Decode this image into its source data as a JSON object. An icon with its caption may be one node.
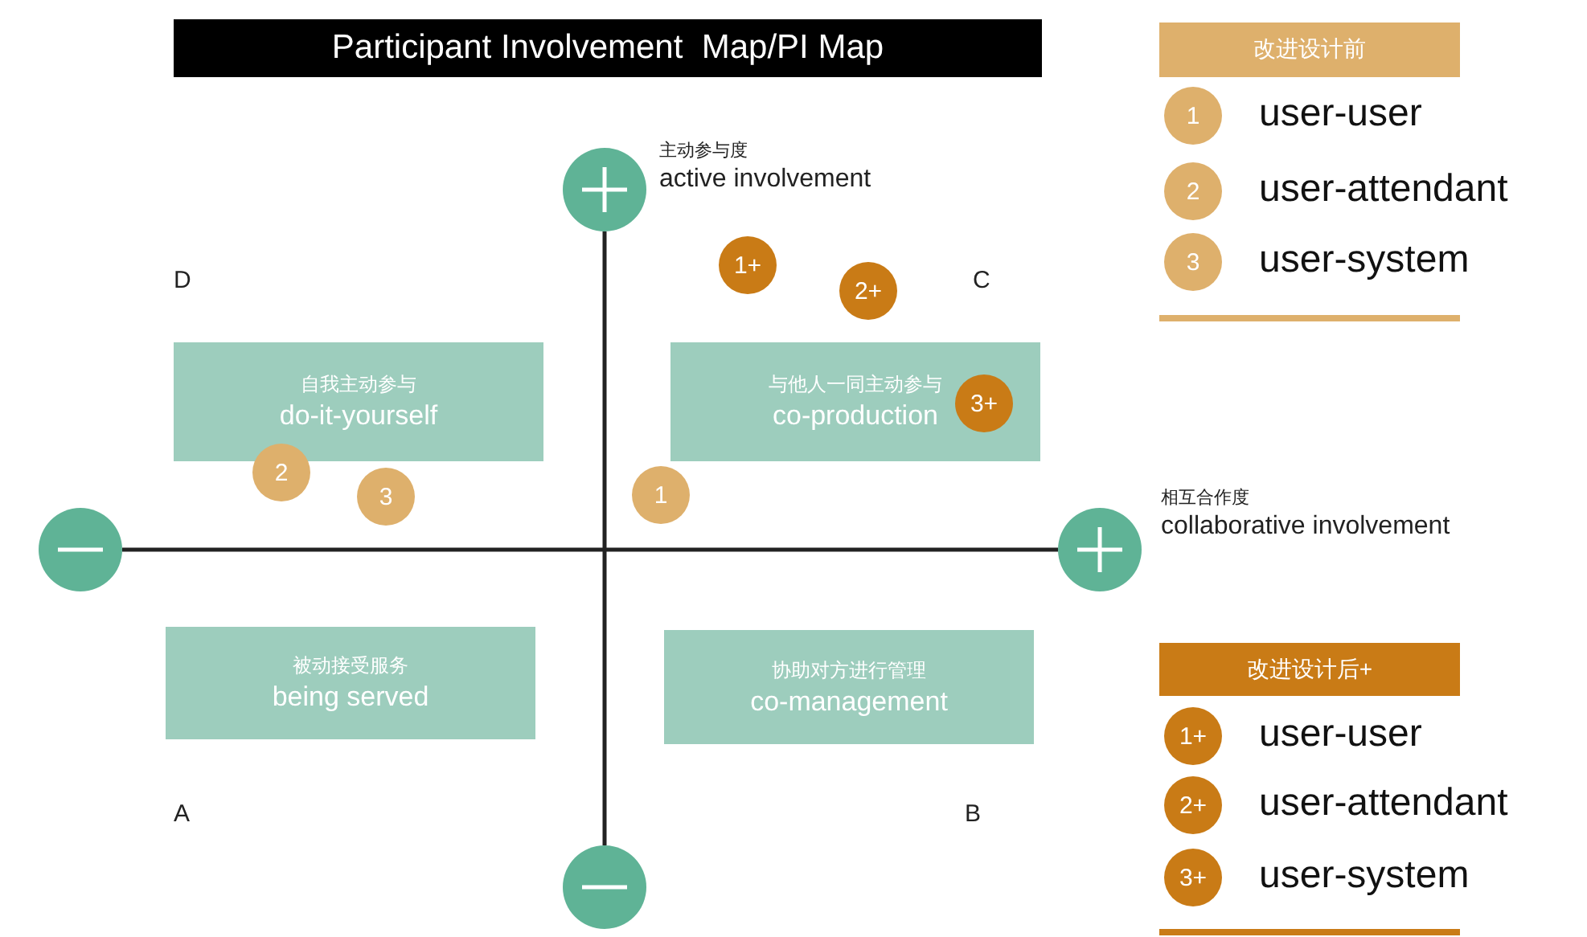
{
  "diagram": {
    "title": "Participant Involvement  Map/PI Map",
    "nodes": [
      {
        "text": [],
        "shape": "circle",
        "beside": [
          "主动参与度",
          "active involvement"
        ]
      },
      {
        "text": [],
        "shape": "circle"
      },
      {
        "text": [],
        "shape": "circle"
      },
      {
        "text": [],
        "shape": "circle",
        "beside": [
          "相互合作度",
          "collaborative involvement"
        ]
      },
      {
        "text": [
          "自我主动参与",
          "do-it-yourself"
        ]
      },
      {
        "text": [
          "与他人一同主动参与",
          "co-production"
        ]
      },
      {
        "text": [
          "被动接受服务",
          "being served"
        ]
      },
      {
        "text": [
          "协助对方进行管理",
          "co-management"
        ]
      },
      {
        "text": [
          "1+"
        ]
      },
      {
        "text": [
          "2+"
        ]
      },
      {
        "text": [
          "3+"
        ],
        "in": 5
      },
      {
        "text": [
          "2"
        ]
      },
      {
        "text": [
          "3"
        ]
      },
      {
        "text": [
          "1"
        ]
      },
      {
        "text": [
          "改进设计前"
        ]
      },
      {
        "text": [
          "1"
        ],
        "beside": [
          "user-user"
        ]
      },
      {
        "text": [
          "2"
        ],
        "beside": [
          "user-attendant"
        ]
      },
      {
        "text": [
          "3"
        ],
        "beside": [
          "user-system"
        ]
      },
      {
        "text": [
          "改进设计后+"
        ]
      },
      {
        "text": [
          "1+"
        ],
        "beside": [
          "user-user"
        ]
      },
      {
        "text": [
          "2+"
        ],
        "beside": [
          "user-attendant"
        ]
      },
      {
        "text": [
          "3+"
        ],
        "beside": [
          "user-system"
        ]
      }
    ],
    "edges": [
      {
        "from": 0,
        "to": 1,
        "arrow": "none"
      },
      {
        "from": 2,
        "to": 3,
        "arrow": "none"
      }
    ],
    "labels": [
      "D",
      "C",
      "A",
      "B"
    ]
  }
}
